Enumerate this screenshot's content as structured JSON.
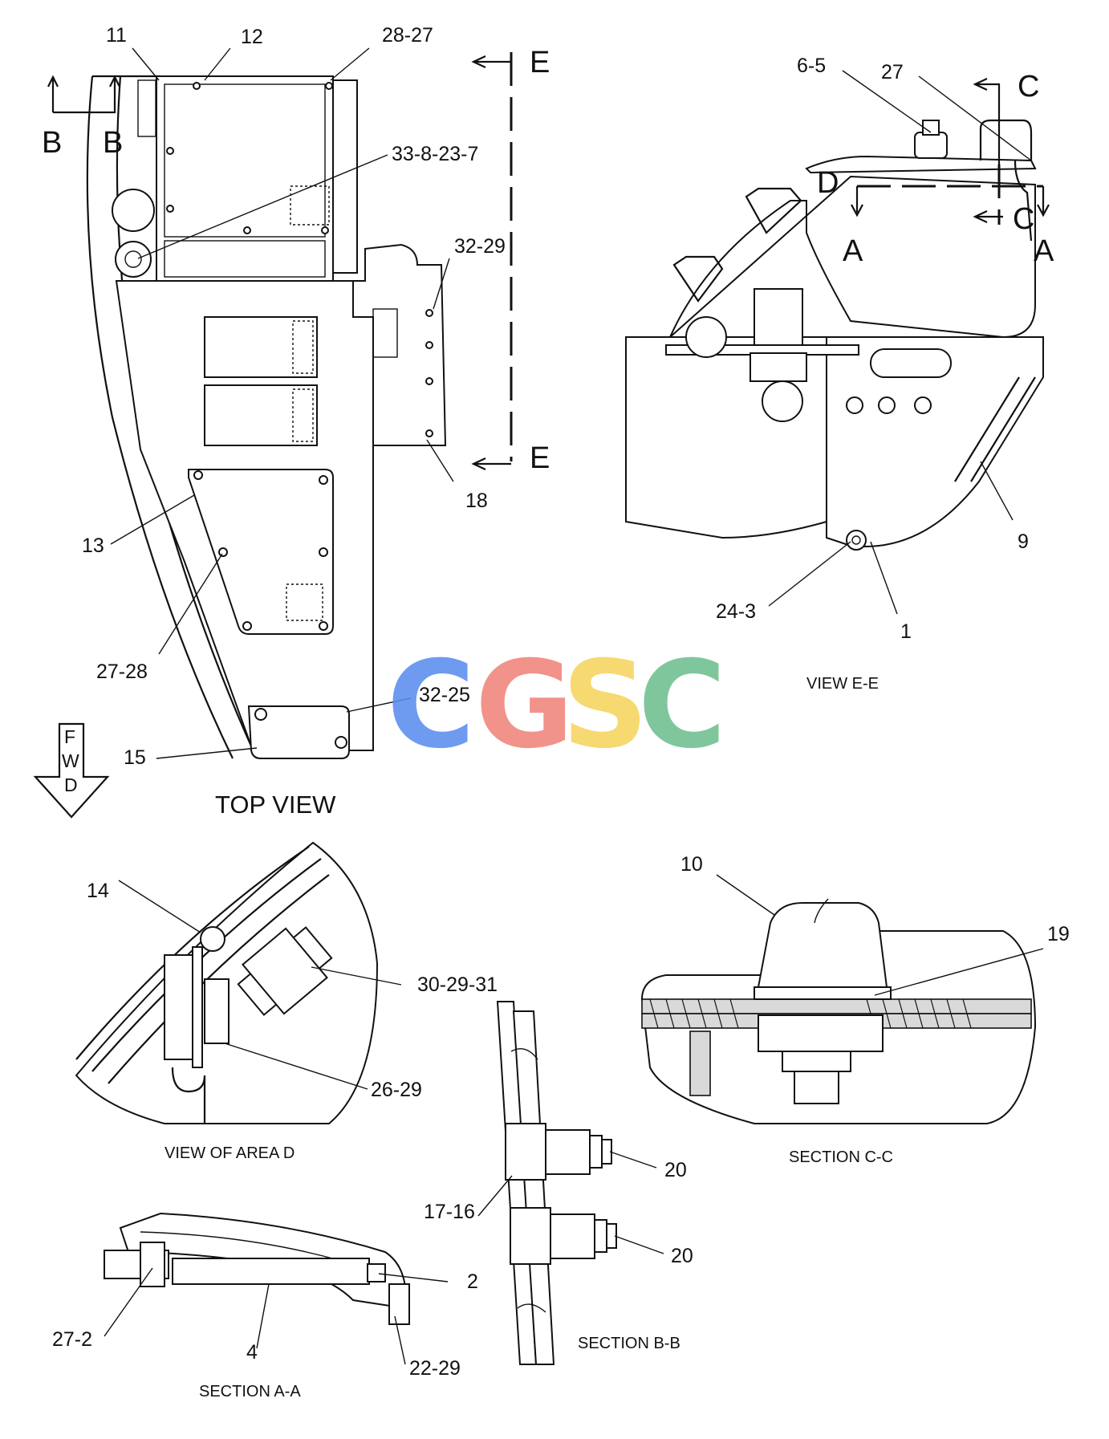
{
  "callouts": {
    "top_view": {
      "c11": "11",
      "c12": "12",
      "c28_27": "28-27",
      "c33": "33-8-23-7",
      "c32_29": "32-29",
      "c18": "18",
      "c13": "13",
      "c27_28": "27-28",
      "c32_25": "32-25",
      "c15": "15"
    },
    "view_e": {
      "c6_5": "6-5",
      "c27": "27",
      "c9": "9",
      "c24_3": "24-3",
      "c1": "1"
    },
    "area_d": {
      "c14": "14",
      "c30": "30-29-31",
      "c26": "26-29"
    },
    "section_cc": {
      "c10": "10",
      "c19": "19"
    },
    "section_bb": {
      "c20a": "20",
      "c20b": "20",
      "c17_16": "17-16"
    },
    "section_aa": {
      "c2": "2",
      "c27_2": "27-2",
      "c4": "4",
      "c22_29": "22-29"
    }
  },
  "section_letters": {
    "b_left": "B",
    "b_right": "B",
    "e_top": "E",
    "e_bottom": "E",
    "c_top": "C",
    "c_bottom": "C",
    "a_left": "A",
    "a_right": "A",
    "d": "D"
  },
  "fwd": {
    "f": "F",
    "w": "W",
    "d": "D"
  },
  "captions": {
    "top_view": "TOP VIEW",
    "view_ee": "VIEW E-E",
    "view_area_d": "VIEW OF AREA D",
    "section_cc": "SECTION C-C",
    "section_bb": "SECTION B-B",
    "section_aa": "SECTION A-A"
  },
  "watermark": {
    "letters": [
      "C",
      "G",
      "S",
      "C"
    ],
    "colors": [
      "#5b8def",
      "#f0857a",
      "#f7d45e",
      "#6fbf8f"
    ]
  }
}
